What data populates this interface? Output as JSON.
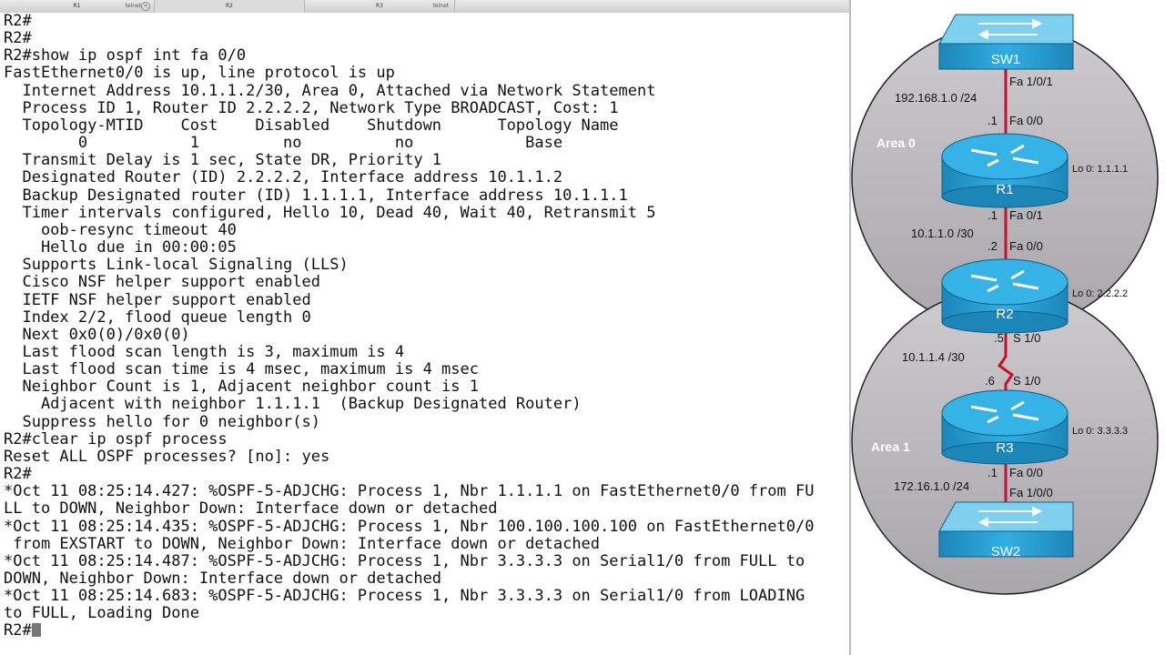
{
  "tabs": [
    {
      "label": "R1",
      "sub": "telnet"
    },
    {
      "label": "R2",
      "sub": ""
    },
    {
      "label": "R3",
      "sub": "telnet"
    }
  ],
  "terminal": {
    "lines": [
      "R2#",
      "R2#",
      "R2#show ip ospf int fa 0/0",
      "FastEthernet0/0 is up, line protocol is up",
      "  Internet Address 10.1.1.2/30, Area 0, Attached via Network Statement",
      "  Process ID 1, Router ID 2.2.2.2, Network Type BROADCAST, Cost: 1",
      "  Topology-MTID    Cost    Disabled    Shutdown      Topology Name",
      "        0           1         no          no            Base",
      "  Transmit Delay is 1 sec, State DR, Priority 1",
      "  Designated Router (ID) 2.2.2.2, Interface address 10.1.1.2",
      "  Backup Designated router (ID) 1.1.1.1, Interface address 10.1.1.1",
      "  Timer intervals configured, Hello 10, Dead 40, Wait 40, Retransmit 5",
      "    oob-resync timeout 40",
      "    Hello due in 00:00:05",
      "  Supports Link-local Signaling (LLS)",
      "  Cisco NSF helper support enabled",
      "  IETF NSF helper support enabled",
      "  Index 2/2, flood queue length 0",
      "  Next 0x0(0)/0x0(0)",
      "  Last flood scan length is 3, maximum is 4",
      "  Last flood scan time is 4 msec, maximum is 4 msec",
      "  Neighbor Count is 1, Adjacent neighbor count is 1",
      "    Adjacent with neighbor 1.1.1.1  (Backup Designated Router)",
      "  Suppress hello for 0 neighbor(s)",
      "R2#clear ip ospf process",
      "Reset ALL OSPF processes? [no]: yes",
      "R2#",
      "*Oct 11 08:25:14.427: %OSPF-5-ADJCHG: Process 1, Nbr 1.1.1.1 on FastEthernet0/0 from FU",
      "LL to DOWN, Neighbor Down: Interface down or detached",
      "*Oct 11 08:25:14.435: %OSPF-5-ADJCHG: Process 1, Nbr 100.100.100.100 on FastEthernet0/0",
      " from EXSTART to DOWN, Neighbor Down: Interface down or detached",
      "*Oct 11 08:25:14.487: %OSPF-5-ADJCHG: Process 1, Nbr 3.3.3.3 on Serial1/0 from FULL to",
      "DOWN, Neighbor Down: Interface down or detached",
      "*Oct 11 08:25:14.683: %OSPF-5-ADJCHG: Process 1, Nbr 3.3.3.3 on Serial1/0 from LOADING",
      "to FULL, Loading Done"
    ],
    "prompt": "R2#"
  },
  "diagram": {
    "areas": {
      "area0": "Area 0",
      "area1": "Area 1"
    },
    "devices": {
      "sw1": "SW1",
      "r1": "R1",
      "r2": "R2",
      "r3": "R3",
      "sw2": "SW2"
    },
    "loopbacks": {
      "r1": "Lo 0: 1.1.1.1",
      "r2": "Lo 0: 2.2.2.2",
      "r3": "Lo 0: 3.3.3.3"
    },
    "subnets": {
      "sw1_r1": "192.168.1.0 /24",
      "r1_r2": "10.1.1.0 /30",
      "r2_r3": "10.1.1.4 /30",
      "r3_sw2": "172.16.1.0 /24"
    },
    "interfaces": {
      "sw1_port": "Fa 1/0/1",
      "r1_down_host": ".1",
      "r1_fa00": "Fa 0/0",
      "r1_fa01": "Fa 0/1",
      "r1_fa01_host": ".1",
      "r2_host": ".2",
      "r2_fa00": "Fa 0/0",
      "r2_s10_host": ".5",
      "r2_s10": "S 1/0",
      "r3_s10_host": ".6",
      "r3_s10": "S 1/0",
      "r3_fa00_host": ".1",
      "r3_fa00": "Fa 0/0",
      "sw2_port": "Fa 1/0/0"
    },
    "colors": {
      "device_fill": "#29a3d8",
      "device_dark": "#1479a8",
      "link": "#c8102e",
      "area_fill": "#bfbcc2"
    }
  }
}
